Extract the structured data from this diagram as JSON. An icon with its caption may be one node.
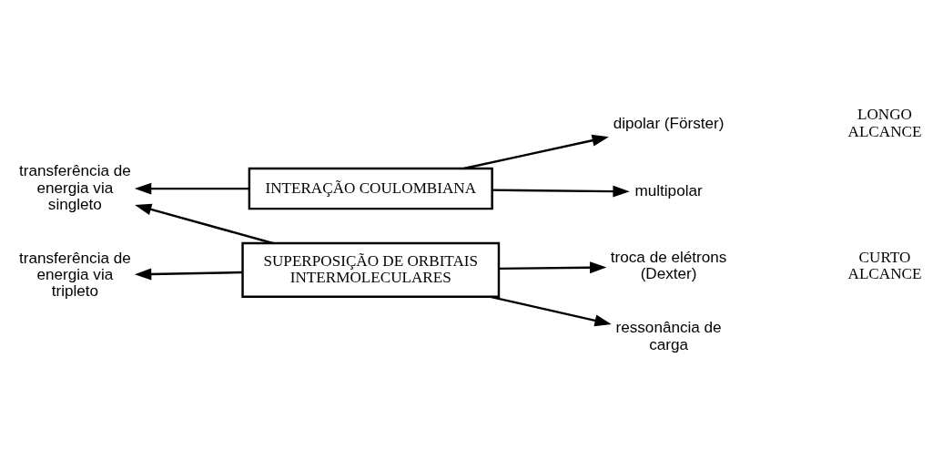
{
  "diagram": {
    "nodes": [
      {
        "text": [
          "INTERAÇÃO COULOMBIANA"
        ]
      },
      {
        "text": [
          "transferência de energia via singleto"
        ]
      },
      {
        "text": [
          "dipolar (Förster)"
        ]
      },
      {
        "text": [
          "multipolar"
        ]
      },
      {
        "text": [
          "SUPERPOSIÇÃO DE ORBITAIS INTERMOLECULARES"
        ]
      },
      {
        "text": [
          "transferência de energia via tripleto"
        ]
      },
      {
        "text": [
          "troca de elétrons (Dexter)"
        ]
      },
      {
        "text": [
          "ressonância de carga"
        ]
      }
    ],
    "edges": [
      {
        "from": 0,
        "to": 1,
        "arrow": "to"
      },
      {
        "from": 0,
        "to": 2,
        "arrow": "to"
      },
      {
        "from": 0,
        "to": 3,
        "arrow": "to"
      },
      {
        "from": 4,
        "to": 1,
        "arrow": "to"
      },
      {
        "from": 4,
        "to": 5,
        "arrow": "to"
      },
      {
        "from": 4,
        "to": 6,
        "arrow": "to"
      },
      {
        "from": 4,
        "to": 7,
        "arrow": "to"
      }
    ],
    "labels": [
      "LONGO ALCANCE",
      "CURTO ALCANCE"
    ]
  }
}
